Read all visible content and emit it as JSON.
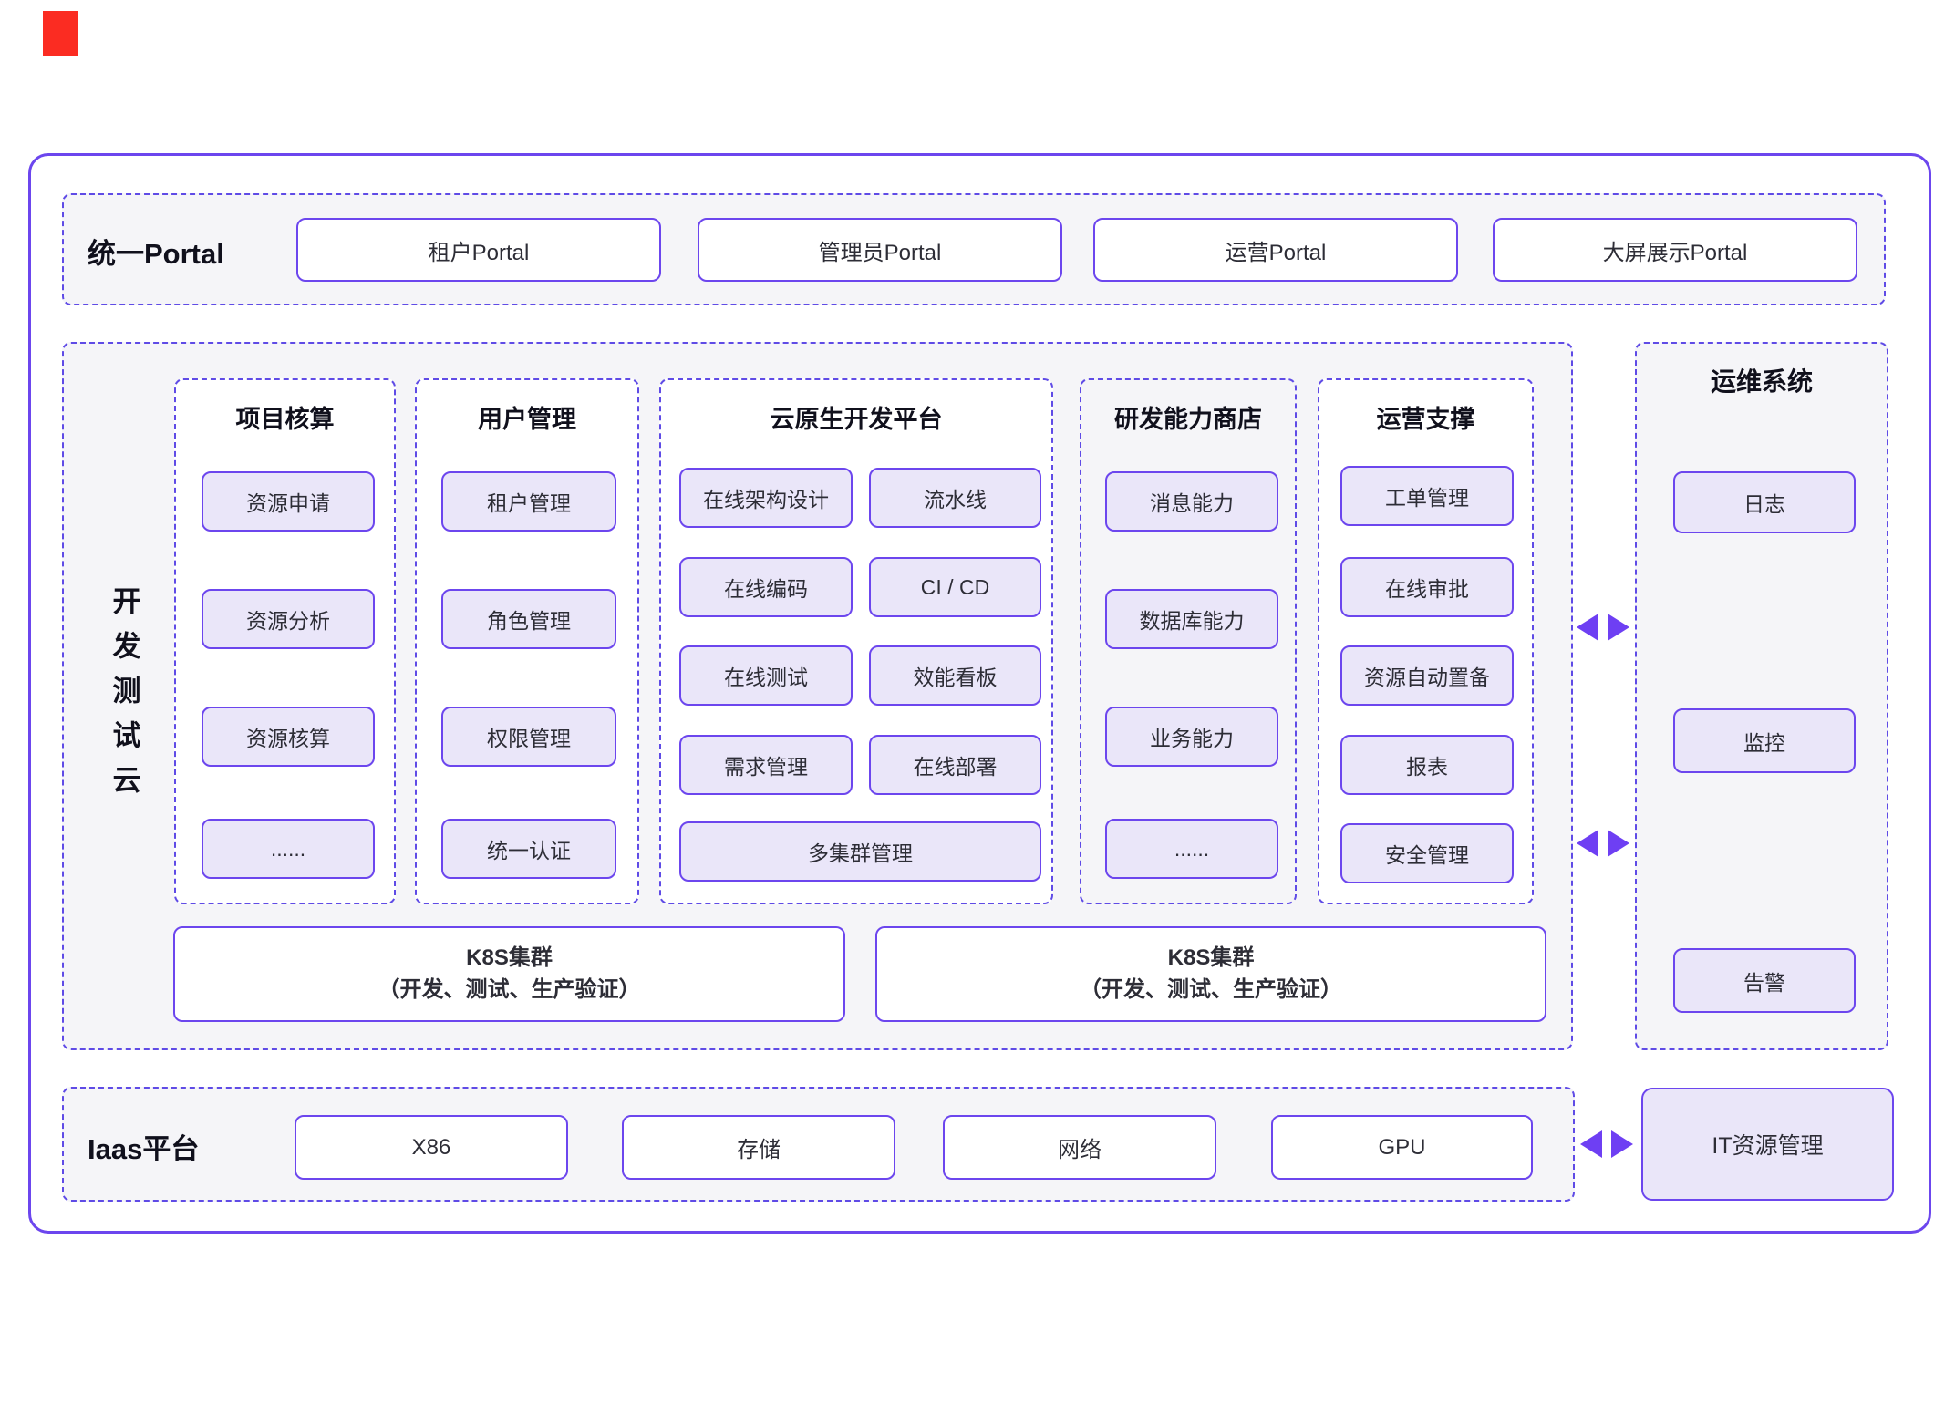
{
  "portal": {
    "label": "统一Portal",
    "items": [
      "租户Portal",
      "管理员Portal",
      "运营Portal",
      "大屏展示Portal"
    ]
  },
  "dev": {
    "label": "开发测试云",
    "columns": [
      {
        "title": "项目核算",
        "items": [
          "资源申请",
          "资源分析",
          "资源核算",
          "......"
        ]
      },
      {
        "title": "用户管理",
        "items": [
          "租户管理",
          "角色管理",
          "权限管理",
          "统一认证"
        ]
      },
      {
        "title": "云原生开发平台",
        "items": [
          "在线架构设计",
          "流水线",
          "在线编码",
          "CI / CD",
          "在线测试",
          "效能看板",
          "需求管理",
          "在线部署"
        ],
        "footer_item": "多集群管理"
      },
      {
        "title": "研发能力商店",
        "items": [
          "消息能力",
          "数据库能力",
          "业务能力",
          "......"
        ]
      },
      {
        "title": "运营支撑",
        "items": [
          "工单管理",
          "在线审批",
          "资源自动置备",
          "报表",
          "安全管理"
        ]
      }
    ],
    "k8s_clusters": [
      {
        "line1": "K8S集群",
        "line2": "（开发、测试、生产验证）"
      },
      {
        "line1": "K8S集群",
        "line2": "（开发、测试、生产验证）"
      }
    ]
  },
  "ops": {
    "title": "运维系统",
    "items": [
      "日志",
      "监控",
      "告警"
    ]
  },
  "iaas": {
    "label": "Iaas平台",
    "items": [
      "X86",
      "存储",
      "网络",
      "GPU"
    ]
  },
  "it_mgmt": {
    "label": "IT资源管理"
  },
  "colors": {
    "accent_border": "#6c46ee",
    "dashed_border": "#5f4be6",
    "box_fill": "#eae6f9",
    "section_bg": "#f5f5f8",
    "arrow": "#6e3ff3",
    "corner_marker_red": "#fb2c22"
  }
}
